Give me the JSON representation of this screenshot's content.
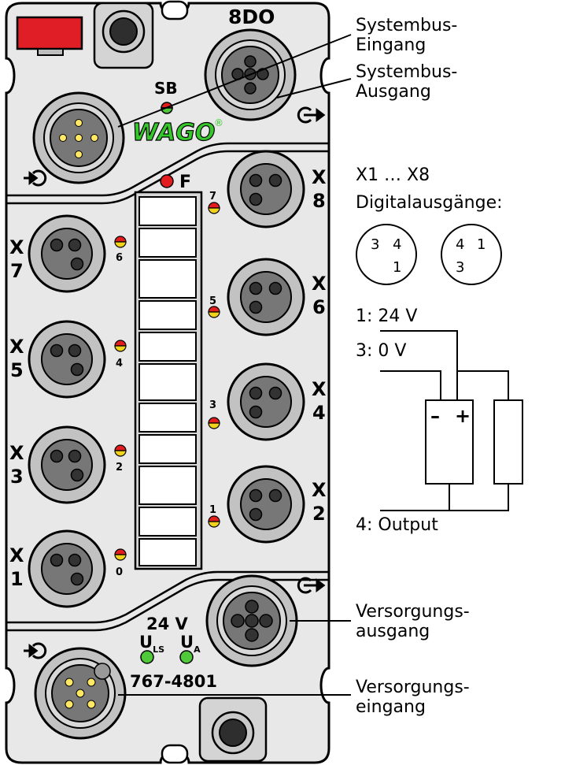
{
  "device": {
    "model_label": "8DO",
    "sb_label": "SB",
    "f_label": "F",
    "brand": "WAGO",
    "voltage_label": "24 V",
    "uls_main": "U",
    "uls_sub": "LS",
    "ua_main": "U",
    "ua_sub": "A",
    "article_number": "767-4801"
  },
  "connectors": [
    {
      "id": "X7",
      "letter": "X",
      "digit": "7",
      "led_number": "6"
    },
    {
      "id": "X5",
      "letter": "X",
      "digit": "5",
      "led_number": "4"
    },
    {
      "id": "X3",
      "letter": "X",
      "digit": "3",
      "led_number": "2"
    },
    {
      "id": "X1",
      "letter": "X",
      "digit": "1",
      "led_number": "0"
    },
    {
      "id": "X8",
      "letter": "X",
      "digit": "8",
      "led_number": "7"
    },
    {
      "id": "X6",
      "letter": "X",
      "digit": "6",
      "led_number": "5"
    },
    {
      "id": "X4",
      "letter": "X",
      "digit": "4",
      "led_number": "3"
    },
    {
      "id": "X2",
      "letter": "X",
      "digit": "2",
      "led_number": "1"
    }
  ],
  "annotations": {
    "systembus_in": [
      "Systembus-",
      "Eingang"
    ],
    "systembus_out": [
      "Systembus-",
      "Ausgang"
    ],
    "outputs_range": "X1 … X8",
    "outputs_title": "Digitalausgänge:",
    "supply_out": [
      "Versorgungs-",
      "ausgang"
    ],
    "supply_in": [
      "Versorgungs-",
      "eingang"
    ]
  },
  "pinout": {
    "left_pins": [
      "3",
      "4",
      "1"
    ],
    "right_pins": [
      "4",
      "1",
      "3"
    ]
  },
  "wiring": {
    "pin1": "1: 24 V",
    "pin3": "3: 0 V",
    "pin4": "4: Output",
    "minus": "–",
    "plus": "+"
  },
  "colors": {
    "housing": "#e8e8e8",
    "connector_ring": "#c2c2c2",
    "connector_inner": "#777777",
    "pin_yellow": "#ffe866",
    "led_red": "#e31d1d",
    "led_green": "#4fc93a",
    "led_yellow": "#f2d31c",
    "brand_green": "#35c82a",
    "red_tab": "#e01e25"
  }
}
